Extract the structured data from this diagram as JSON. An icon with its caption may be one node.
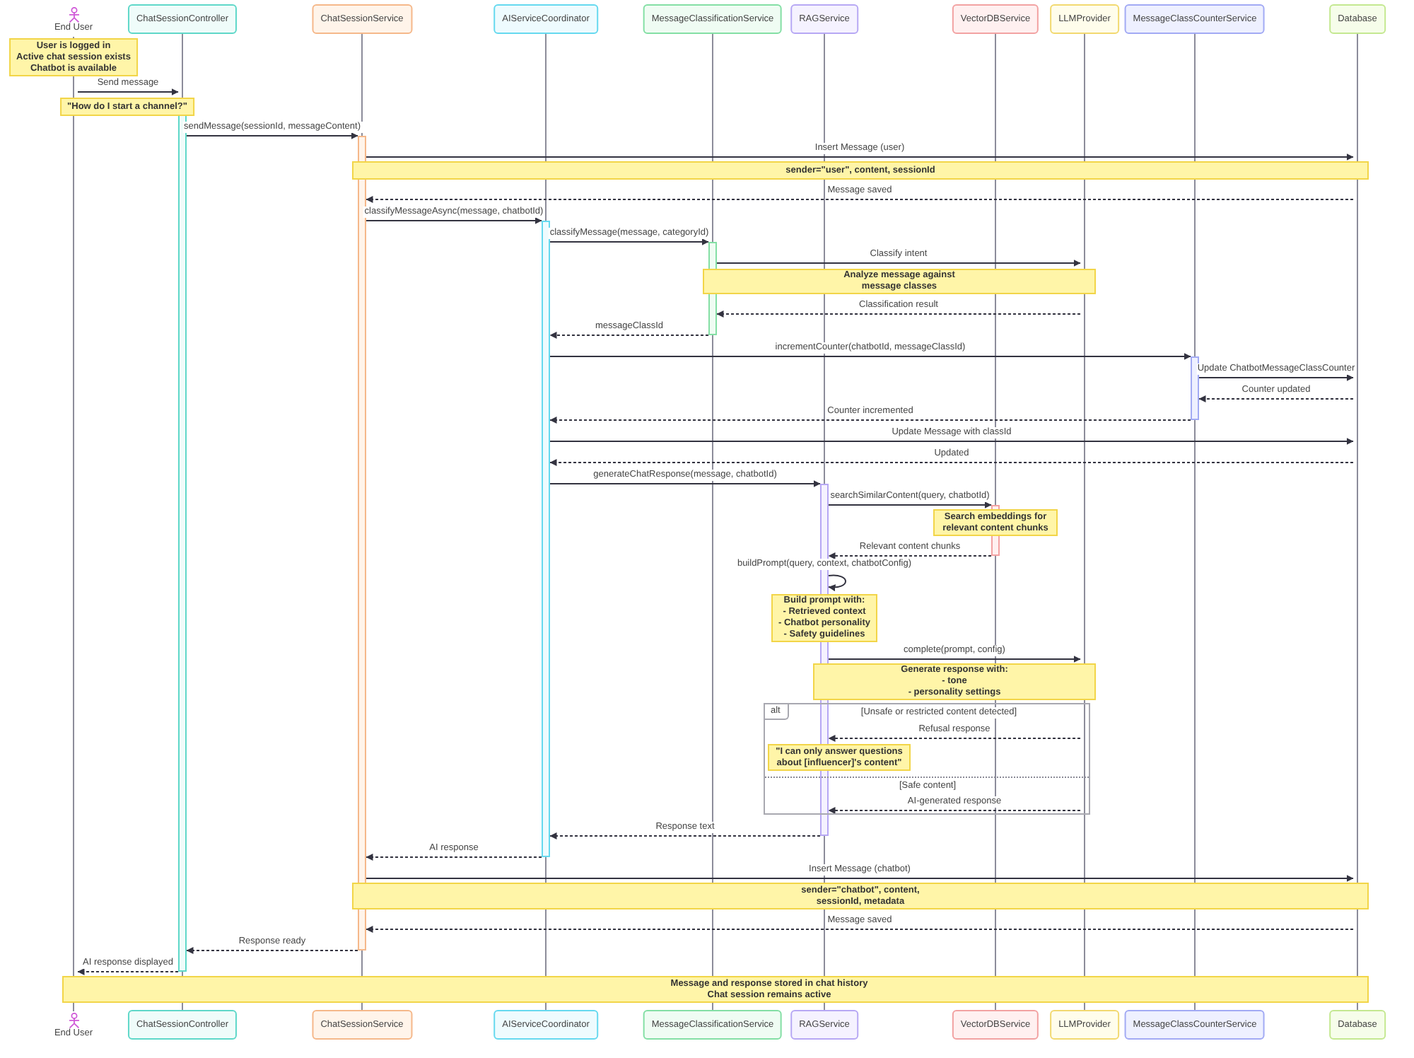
{
  "diagram": {
    "nodes": [
      {
        "text": [
          "End User"
        ]
      },
      {
        "text": [
          "ChatSessionController"
        ]
      },
      {
        "text": [
          "ChatSessionService"
        ]
      },
      {
        "text": [
          "AIServiceCoordinator"
        ]
      },
      {
        "text": [
          "MessageClassificationService"
        ]
      },
      {
        "text": [
          "RAGService"
        ]
      },
      {
        "text": [
          "VectorDBService"
        ]
      },
      {
        "text": [
          "LLMProvider"
        ]
      },
      {
        "text": [
          "MessageClassCounterService"
        ]
      },
      {
        "text": [
          "Database"
        ]
      },
      {
        "text": [],
        "shape": "line"
      },
      {
        "text": [],
        "shape": "line"
      },
      {
        "text": [],
        "shape": "line"
      },
      {
        "text": [],
        "shape": "line"
      },
      {
        "text": [],
        "shape": "line"
      },
      {
        "text": [],
        "shape": "line"
      },
      {
        "text": [],
        "shape": "line"
      },
      {
        "text": [],
        "shape": "line"
      },
      {
        "text": [],
        "shape": "line"
      },
      {
        "text": [],
        "shape": "line"
      },
      {
        "text": [
          "User is logged in",
          "Active chat session exists",
          "Chatbot is available"
        ]
      },
      {
        "text": [
          "\"How do I start a channel?\""
        ]
      },
      {
        "text": [
          "sender=\"user\", content, sessionId"
        ]
      },
      {
        "text": [
          "Analyze message against message classes"
        ]
      },
      {
        "text": [
          "Search embeddings for relevant content chunks"
        ]
      },
      {
        "text": [
          "Build prompt with:",
          "- Retrieved context",
          "- Chatbot personality",
          "- Safety guidelines"
        ]
      },
      {
        "text": [
          "Generate response with:",
          "- tone",
          "- personality settings"
        ]
      },
      {
        "text": [
          "alt",
          "[Unsafe or restricted content detected]",
          "[Safe content]"
        ]
      },
      {
        "text": [
          "\"I can only answer questions about [influencer]'s content\""
        ],
        "in": 27
      },
      {
        "text": [
          "sender=\"chatbot\", content, sessionId, metadata"
        ]
      },
      {
        "text": [
          "Message and response stored in chat history",
          "Chat session remains active"
        ]
      },
      {
        "text": [
          "End User"
        ]
      },
      {
        "text": [
          "ChatSessionController"
        ]
      },
      {
        "text": [
          "ChatSessionService"
        ]
      },
      {
        "text": [
          "AIServiceCoordinator"
        ]
      },
      {
        "text": [
          "MessageClassificationService"
        ]
      },
      {
        "text": [
          "RAGService"
        ]
      },
      {
        "text": [
          "VectorDBService"
        ]
      },
      {
        "text": [
          "LLMProvider"
        ]
      },
      {
        "text": [
          "MessageClassCounterService"
        ]
      },
      {
        "text": [
          "Database"
        ]
      }
    ],
    "edges": [
      {
        "from": 10,
        "to": 11,
        "arrow": "to",
        "label": "Send message"
      },
      {
        "from": 11,
        "to": 12,
        "arrow": "to",
        "label": "sendMessage(sessionId, messageContent)"
      },
      {
        "from": 12,
        "to": 19,
        "arrow": "to",
        "label": "Insert Message (user)"
      },
      {
        "from": 19,
        "to": 12,
        "arrow": "to",
        "label": "Message saved",
        "style": "dashed"
      },
      {
        "from": 12,
        "to": 13,
        "arrow": "to",
        "label": "classifyMessageAsync(message, chatbotId)"
      },
      {
        "from": 13,
        "to": 14,
        "arrow": "to",
        "label": "classifyMessage(message, categoryId)"
      },
      {
        "from": 14,
        "to": 17,
        "arrow": "to",
        "label": "Classify intent"
      },
      {
        "from": 17,
        "to": 14,
        "arrow": "to",
        "label": "Classification result",
        "style": "dashed"
      },
      {
        "from": 14,
        "to": 13,
        "arrow": "to",
        "label": "messageClassId",
        "style": "dashed"
      },
      {
        "from": 13,
        "to": 18,
        "arrow": "to",
        "label": "incrementCounter(chatbotId, messageClassId)"
      },
      {
        "from": 18,
        "to": 19,
        "arrow": "to",
        "label": "Update ChatbotMessageClassCounter"
      },
      {
        "from": 19,
        "to": 18,
        "arrow": "to",
        "label": "Counter updated",
        "style": "dashed"
      },
      {
        "from": 18,
        "to": 13,
        "arrow": "to",
        "label": "Counter incremented",
        "style": "dashed"
      },
      {
        "from": 13,
        "to": 19,
        "arrow": "to",
        "label": "Update Message with classId"
      },
      {
        "from": 19,
        "to": 13,
        "arrow": "to",
        "label": "Updated",
        "style": "dashed"
      },
      {
        "from": 13,
        "to": 15,
        "arrow": "to",
        "label": "generateChatResponse(message, chatbotId)"
      },
      {
        "from": 15,
        "to": 16,
        "arrow": "to",
        "label": "searchSimilarContent(query, chatbotId)"
      },
      {
        "from": 16,
        "to": 15,
        "arrow": "to",
        "label": "Relevant content chunks",
        "style": "dashed"
      },
      {
        "from": 15,
        "to": 15,
        "arrow": "to",
        "label": "buildPrompt(query, context, chatbotConfig)"
      },
      {
        "from": 15,
        "to": 17,
        "arrow": "to",
        "label": "complete(prompt, config)"
      },
      {
        "from": 17,
        "to": 15,
        "arrow": "to",
        "label": "Refusal response",
        "style": "dashed"
      },
      {
        "from": 17,
        "to": 15,
        "arrow": "to",
        "label": "AI-generated response",
        "style": "dashed"
      },
      {
        "from": 15,
        "to": 13,
        "arrow": "to",
        "label": "Response text",
        "style": "dashed"
      },
      {
        "from": 13,
        "to": 12,
        "arrow": "to",
        "label": "AI response",
        "style": "dashed"
      },
      {
        "from": 12,
        "to": 19,
        "arrow": "to",
        "label": "Insert Message (chatbot)"
      },
      {
        "from": 19,
        "to": 12,
        "arrow": "to",
        "label": "Message saved",
        "style": "dashed"
      },
      {
        "from": 12,
        "to": 11,
        "arrow": "to",
        "label": "Response ready",
        "style": "dashed"
      },
      {
        "from": 11,
        "to": 10,
        "arrow": "to",
        "label": "AI response displayed",
        "style": "dashed"
      }
    ]
  }
}
